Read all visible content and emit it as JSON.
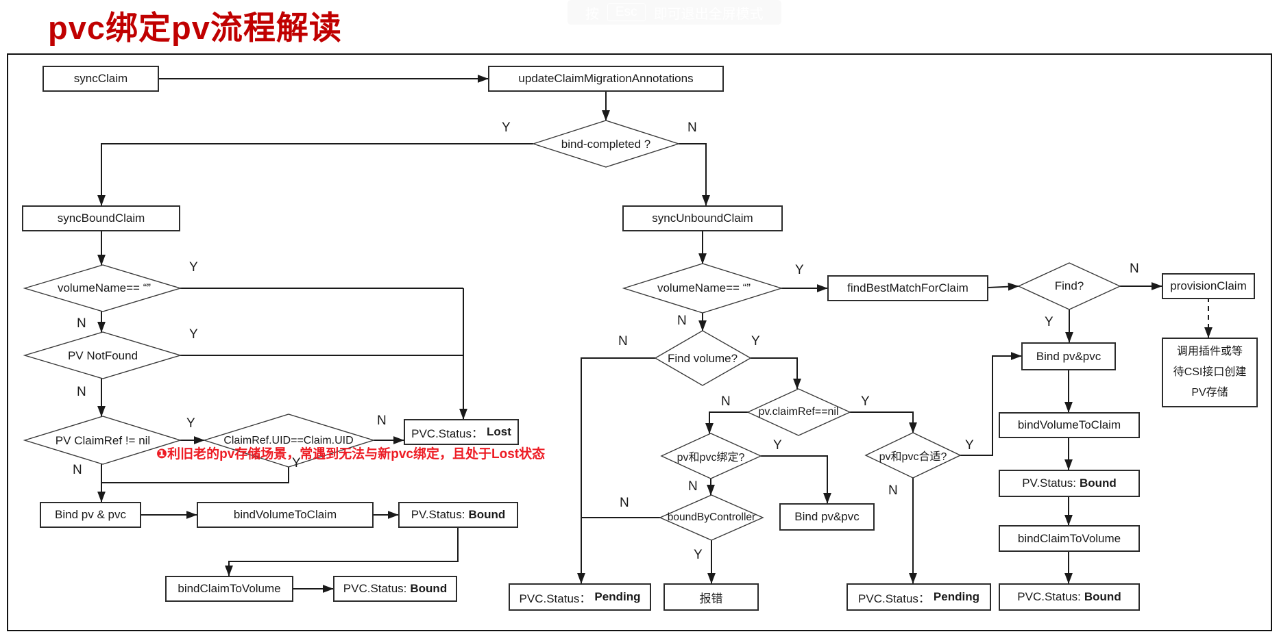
{
  "title": "pvc绑定pv流程解读",
  "fullscreen_toast": {
    "prefix": "按",
    "key": "Esc",
    "suffix": "即可退出全屏模式"
  },
  "branch_labels": {
    "yes": "Y",
    "no": "N"
  },
  "annotation": {
    "text": "❶利旧老的pv存储场景，常遇到无法与新pvc绑定，且处于Lost状态"
  },
  "colors": {
    "title_red": "#c00000",
    "annotation_red": "#ed1c24",
    "line": "#1a1a1a",
    "box_border": "#2b2b2b",
    "background": "#ffffff"
  },
  "nodes": {
    "sync_claim": {
      "label": "syncClaim"
    },
    "update_claim_migration_annotations": {
      "label": "updateClaimMigrationAnnotations"
    },
    "bind_completed": {
      "label": "bind-completed ?"
    },
    "sync_bound_claim": {
      "label": "syncBoundClaim"
    },
    "sync_unbound_claim": {
      "label": "syncUnboundClaim"
    },
    "volume_name_empty_left": {
      "label": "volumeName== “”"
    },
    "pv_not_found": {
      "label": "PV NotFound"
    },
    "pv_claimref_not_nil": {
      "label": "PV ClaimRef != nil"
    },
    "claimref_uid_eq_claim_uid": {
      "label": "ClaimRef.UID==Claim.UID"
    },
    "bind_pv_pvc_left": {
      "label": "Bind pv & pvc"
    },
    "bind_volume_to_claim_left": {
      "label": "bindVolumeToClaim"
    },
    "bind_claim_to_volume_left": {
      "label": "bindClaimToVolume"
    },
    "volume_name_empty_right": {
      "label": "volumeName== “”"
    },
    "find_best_match_for_claim": {
      "label": "findBestMatchForClaim"
    },
    "find_q": {
      "label": "Find?"
    },
    "provision_claim": {
      "label": "provisionClaim"
    },
    "csi": {
      "line1": "调用插件或等",
      "line2": "待CSI接口创建",
      "line3": "PV存储"
    },
    "find_volume": {
      "label": "Find volume?"
    },
    "pv_claimref_eq_nil": {
      "label": "pv.claimRef==nil"
    },
    "pv_pvc_bound_q": {
      "label": "pv和pvc绑定?"
    },
    "pv_pvc_fit_q": {
      "label": "pv和pvc合适?"
    },
    "bound_by_controller": {
      "label": "boundByController"
    },
    "bind_pv_pvc_mid": {
      "label": "Bind pv&pvc"
    },
    "bind_pv_pvc_right": {
      "label": "Bind pv&pvc"
    },
    "bind_volume_to_claim_right": {
      "label": "bindVolumeToClaim"
    },
    "bind_claim_to_volume_right": {
      "label": "bindClaimToVolume"
    },
    "error_box": {
      "label": "报错"
    }
  },
  "statuses": {
    "pvc_lost": {
      "prefix": "PVC.Status：",
      "value": "Lost"
    },
    "pv_bound_left": {
      "prefix": "PV.Status:",
      "value": "Bound"
    },
    "pvc_bound_left": {
      "prefix": "PVC.Status:",
      "value": "Bound"
    },
    "pv_bound_right": {
      "prefix": "PV.Status:",
      "value": "Bound"
    },
    "pvc_bound_right": {
      "prefix": "PVC.Status:",
      "value": "Bound"
    },
    "pvc_pending_left": {
      "prefix": "PVC.Status：",
      "value": "Pending"
    },
    "pvc_pending_right": {
      "prefix": "PVC.Status：",
      "value": "Pending"
    },
    "error": {
      "label": "报错"
    }
  }
}
